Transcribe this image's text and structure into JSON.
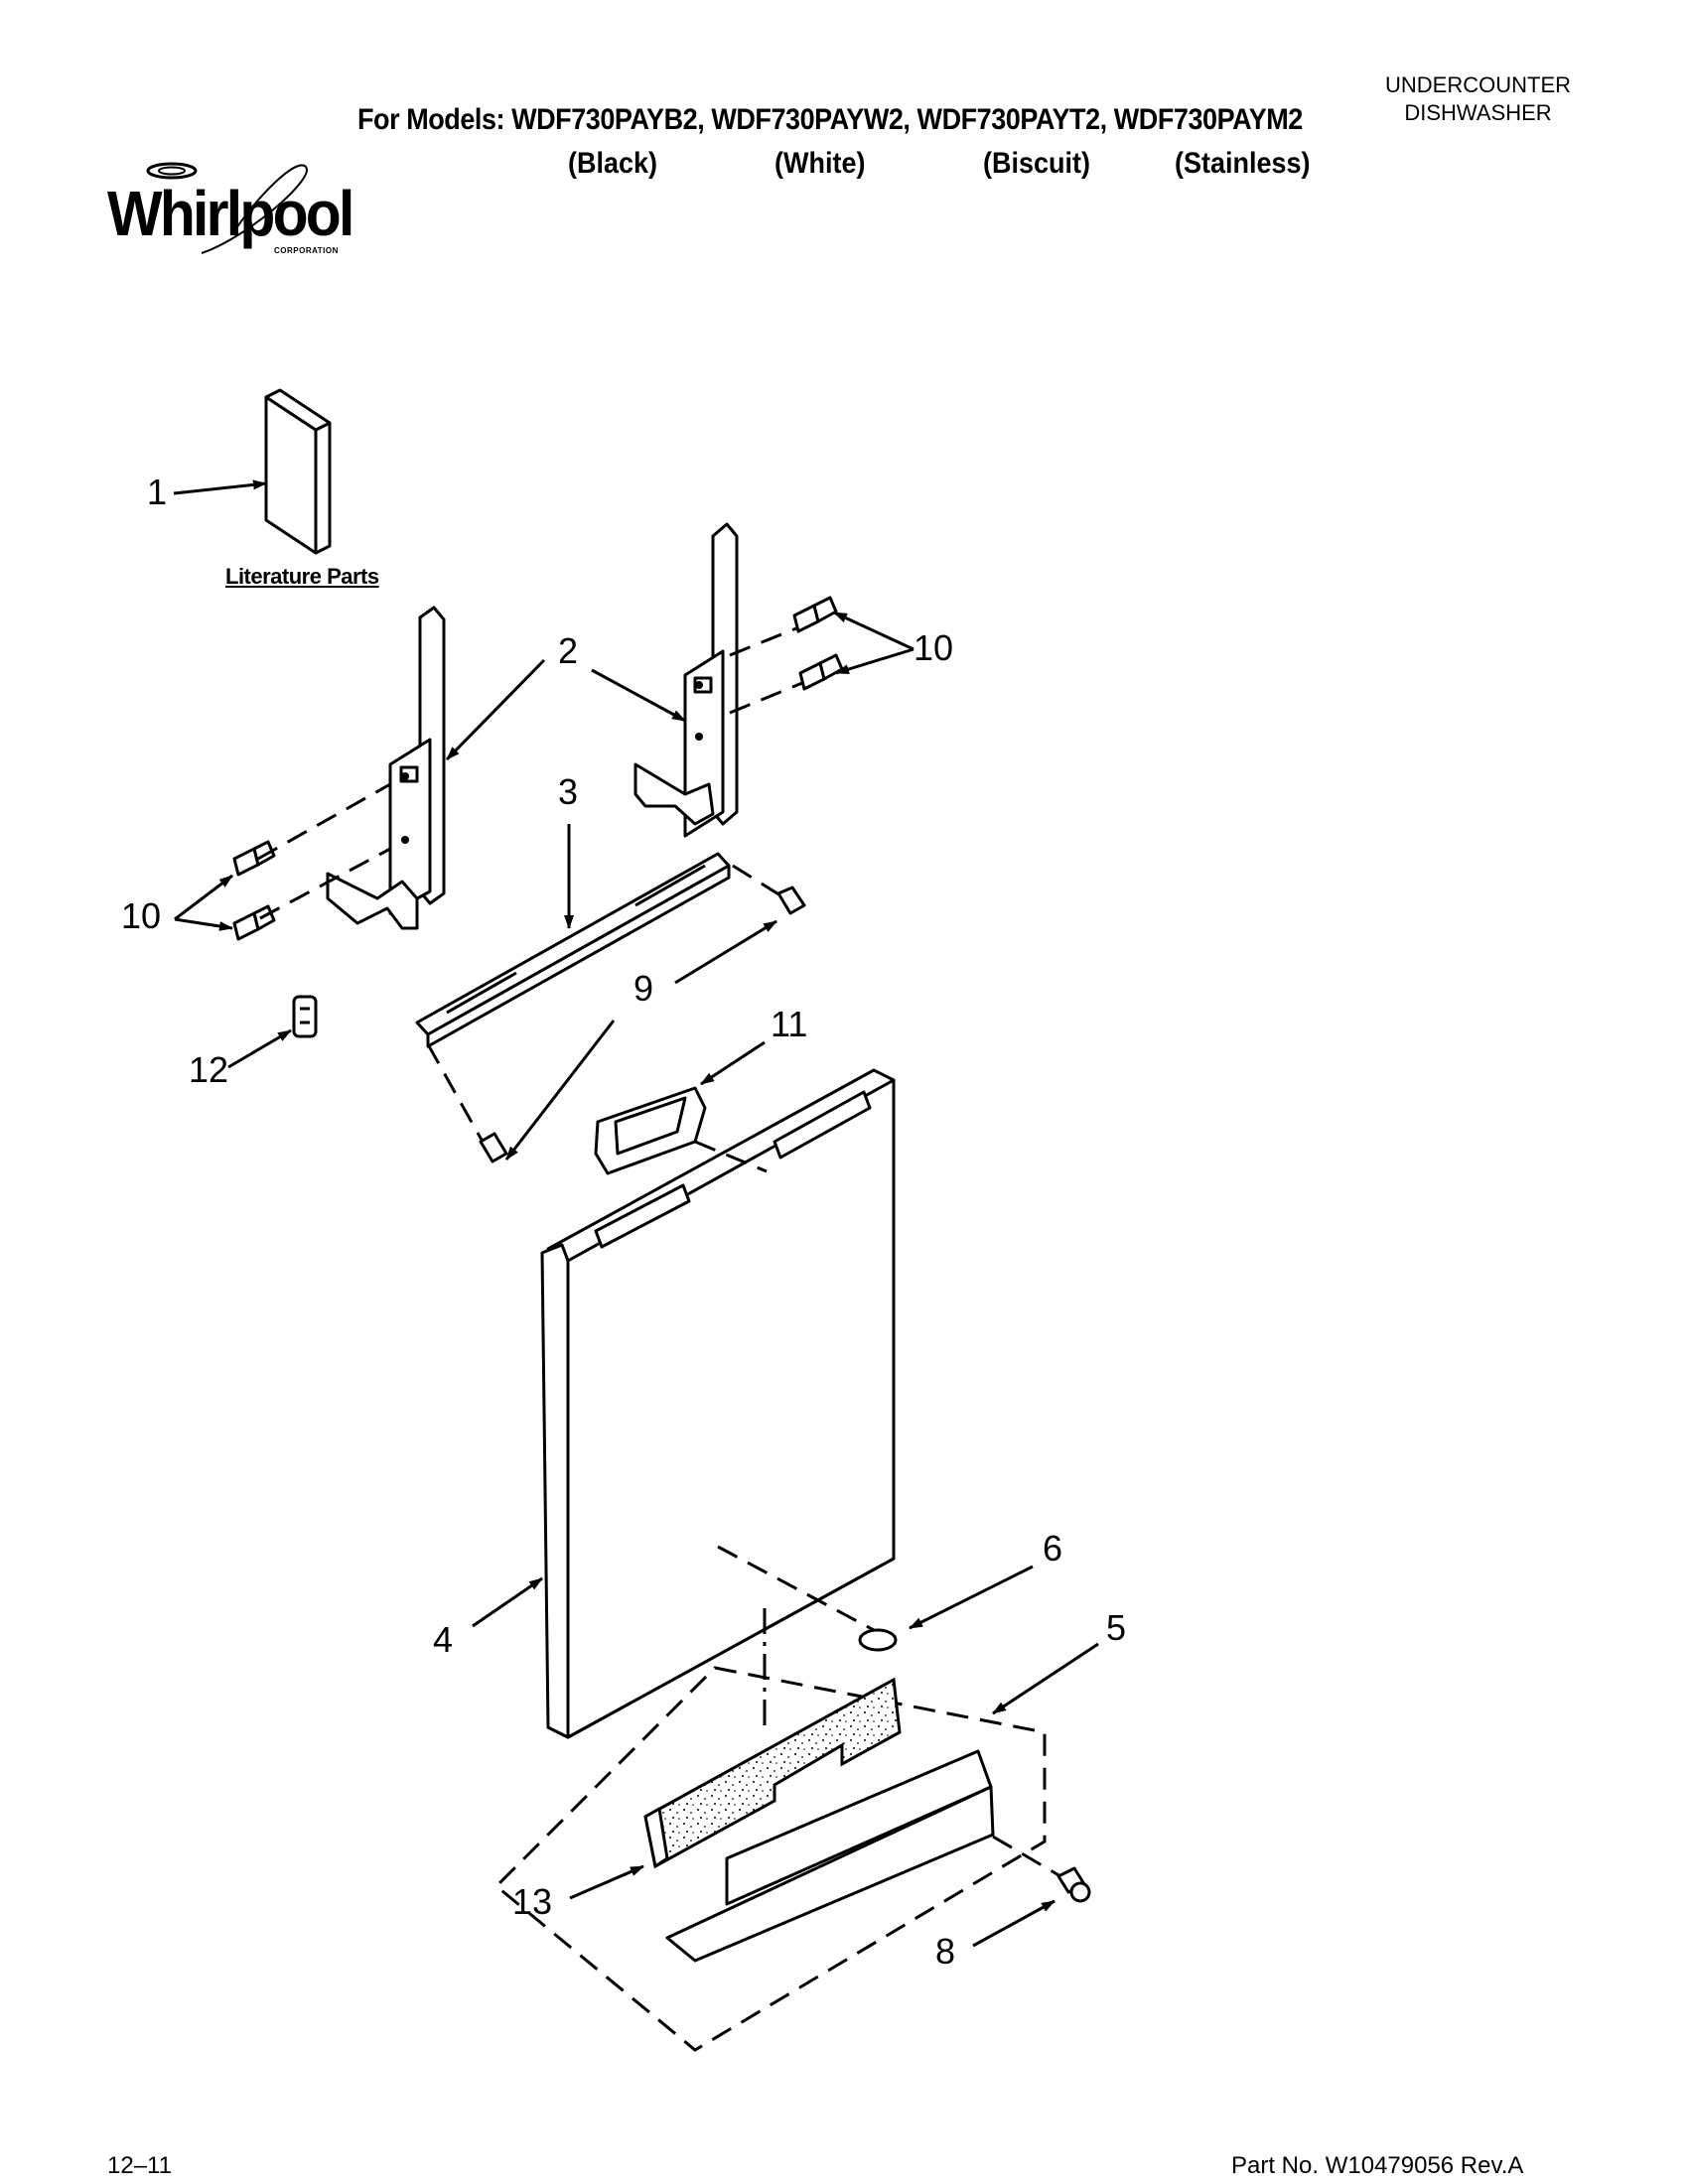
{
  "header": {
    "appliance_line1": "UNDERCOUNTER",
    "appliance_line2": "DISHWASHER",
    "models": "For Models: WDF730PAYB2, WDF730PAYW2, WDF730PAYT2, WDF730PAYM2",
    "colors": [
      "(Black)",
      "(White)",
      "(Biscuit)",
      "(Stainless)"
    ]
  },
  "logo": {
    "text": "Whirlpool",
    "sub": "CORPORATION"
  },
  "literature_label": "Literature Parts",
  "callouts": [
    "1",
    "2",
    "3",
    "4",
    "5",
    "6",
    "8",
    "9",
    "10",
    "10",
    "11",
    "12",
    "13"
  ],
  "footer": {
    "date": "12–11",
    "part_no": "Part No. W10479056 Rev.A"
  }
}
